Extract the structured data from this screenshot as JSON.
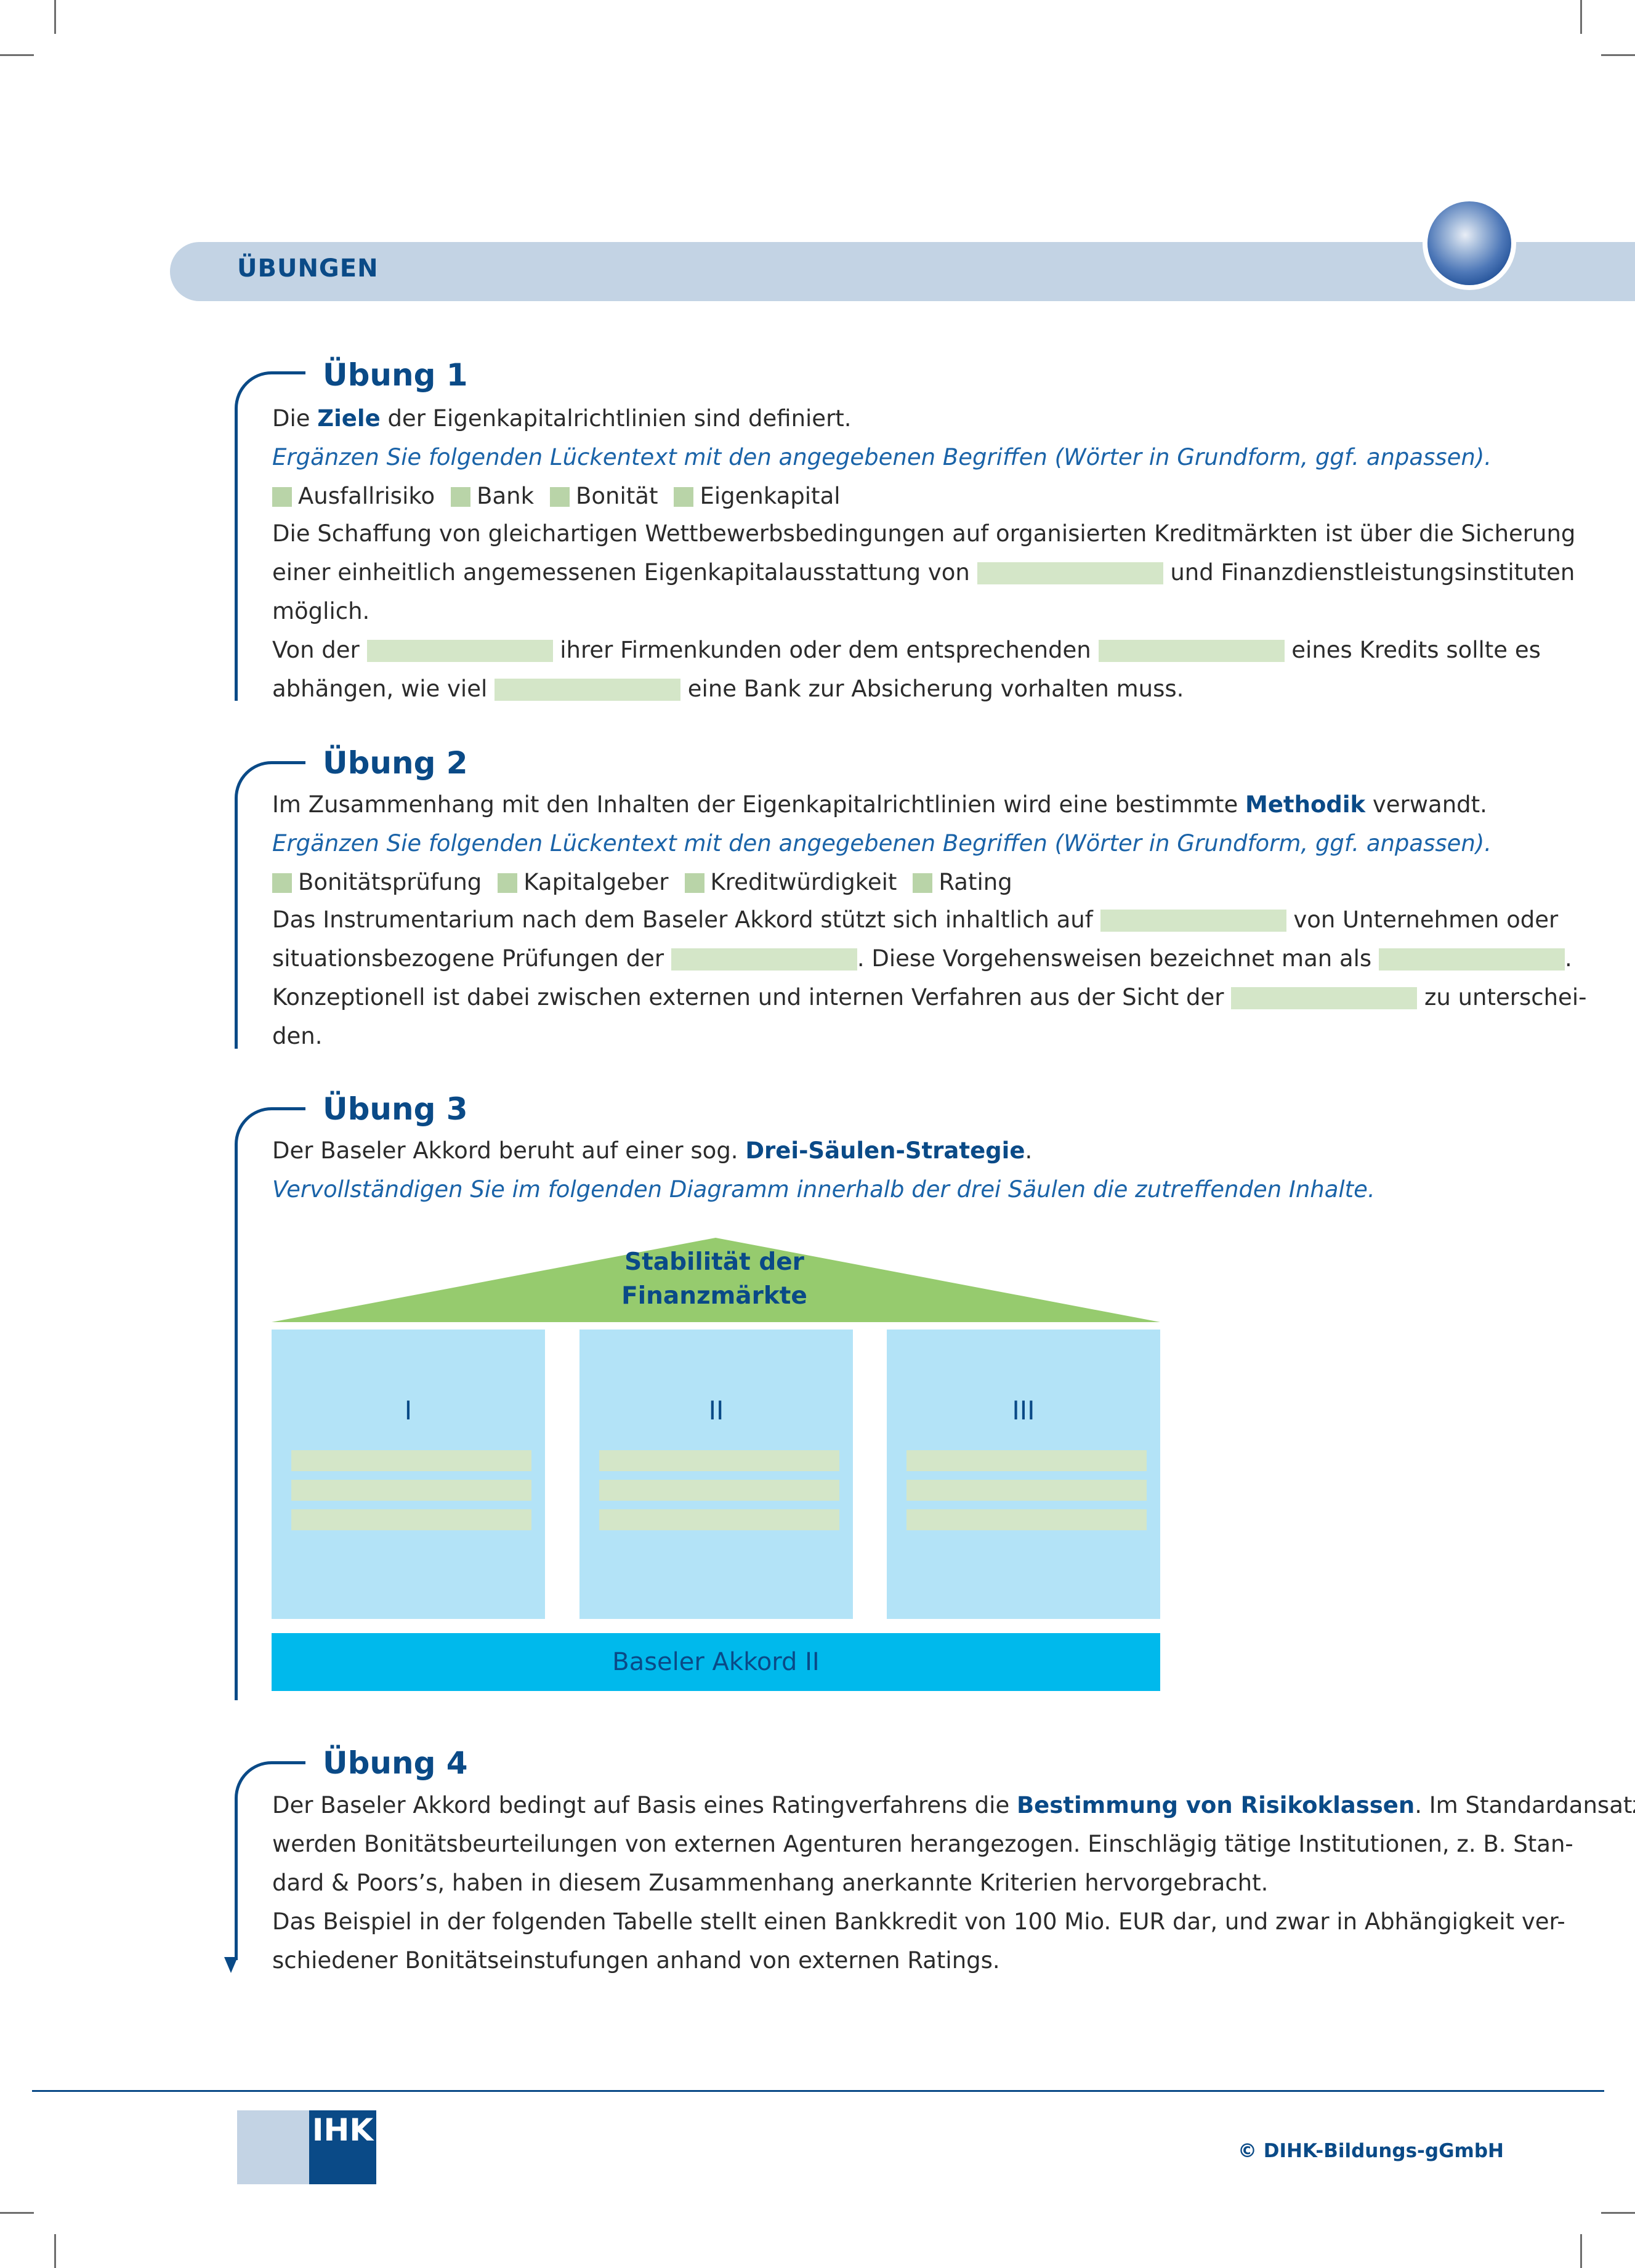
{
  "header": {
    "title": "ÜBUNGEN"
  },
  "ex1": {
    "title": "Übung 1",
    "intro_pre": "Die ",
    "intro_kw": "Ziele",
    "intro_post": " der Eigenkapitalrichtlinien sind definiert.",
    "instruction": "Ergänzen Sie folgenden Lückentext mit den angegebenen Begriffen (Wörter in Grundform, ggf. anpassen).",
    "terms": [
      "Ausfallrisiko",
      "Bank",
      "Bonität",
      "Eigenkapital"
    ],
    "l1": "Die Schaffung von gleichartigen Wettbewerbsbedingungen auf organisierten Kreditmärkten ist über die Sicherung",
    "l2a": "einer einheitlich angemessenen Eigenkapitalausstattung von",
    "l2b": "und Finanzdienstleistungsinstituten",
    "l3": "möglich.",
    "l4a": "Von der",
    "l4b": "ihrer Firmenkunden oder dem entsprechenden",
    "l4c": "eines Kredits sollte es",
    "l5a": "abhängen, wie viel",
    "l5b": "eine Bank zur Absicherung vorhalten muss."
  },
  "ex2": {
    "title": "Übung 2",
    "intro_pre": "Im Zusammenhang mit den Inhalten der Eigenkapitalrichtlinien wird eine bestimmte ",
    "intro_kw": "Methodik",
    "intro_post": " verwandt.",
    "instruction": "Ergänzen Sie folgenden Lückentext mit den angegebenen Begriffen (Wörter in Grundform, ggf. anpassen).",
    "terms": [
      "Bonitätsprüfung",
      "Kapitalgeber",
      "Kreditwürdigkeit",
      "Rating"
    ],
    "l1a": "Das Instrumentarium nach dem Baseler Akkord stützt sich inhaltlich auf",
    "l1b": "von Unternehmen oder",
    "l2a": "situationsbezogene Prüfungen der",
    "l2b": ". Diese Vorgehensweisen bezeichnet man als",
    "l2c": ".",
    "l3a": "Konzeptionell ist dabei zwischen externen und internen Verfahren aus der Sicht der",
    "l3b": "zu unterschei-",
    "l4": "den."
  },
  "ex3": {
    "title": "Übung 3",
    "intro_pre": "Der Baseler Akkord beruht auf einer sog. ",
    "intro_kw": "Drei-Säulen-Strategie",
    "intro_post": ".",
    "instruction": "Vervollständigen Sie im folgenden Diagramm innerhalb der drei Säulen die zutreffenden Inhalte.",
    "diagram": {
      "roof_line1": "Stabilität der",
      "roof_line2": "Finanzmärkte",
      "pillars": [
        "I",
        "II",
        "III"
      ],
      "base": "Baseler Akkord II",
      "colors": {
        "roof": "#96cb6e",
        "pillar": "#b3e3f7",
        "base": "#00b9ec",
        "gap": "#d4e6c8"
      }
    }
  },
  "ex4": {
    "title": "Übung 4",
    "l1a": "Der Baseler Akkord bedingt auf Basis eines Ratingverfahrens die ",
    "l1kw": "Bestimmung von Risikoklassen",
    "l1b": ". Im Standardansatz",
    "l2": "werden Bonitätsbeurteilungen von externen Agenturen herangezogen. Einschlägig tätige Institutionen, z. B. Stan-",
    "l3": "dard & Poors’s, haben in diesem Zusammenhang anerkannte Kriterien hervorgebracht.",
    "l4": "Das Beispiel in der folgenden Tabelle stellt einen Bankkredit von 100 Mio. EUR dar, und zwar in Abhängigkeit ver-",
    "l5": "schiedener Bonitätseinstufungen anhand von externen Ratings."
  },
  "footer": {
    "logo": "IHK",
    "copyright": "© DIHK-Bildungs-gGmbH"
  }
}
